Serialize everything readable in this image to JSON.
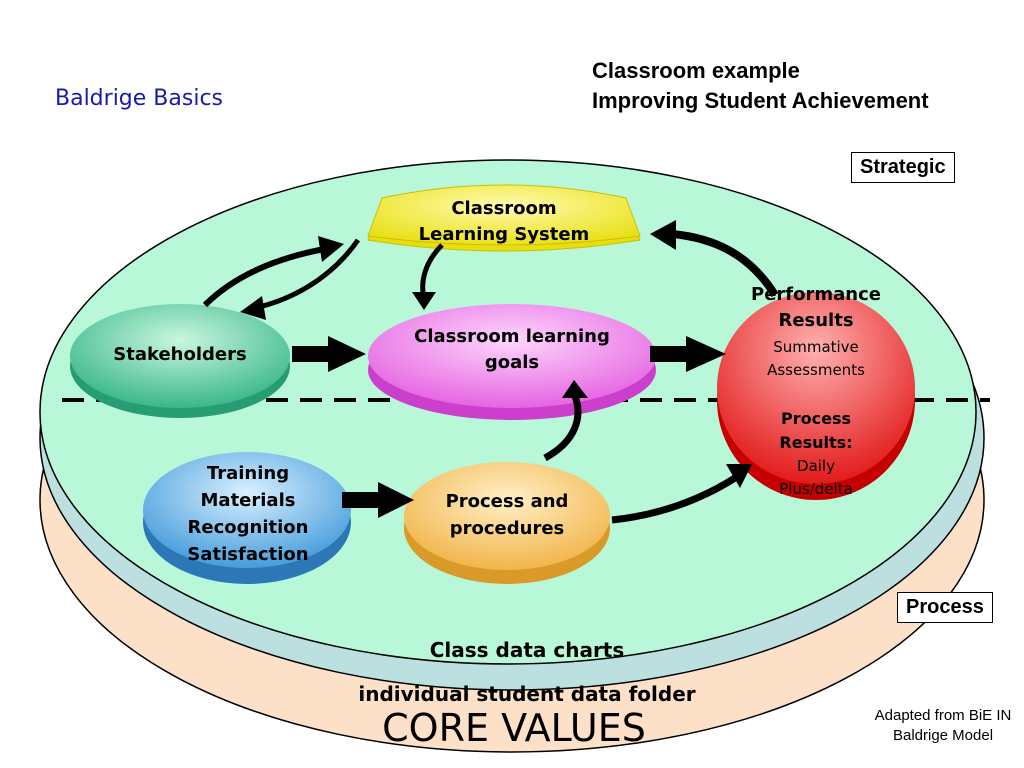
{
  "header": {
    "left_title": "Baldrige Basics",
    "right_title_line1": "Classroom example",
    "right_title_line2": "Improving Student Achievement"
  },
  "labels": {
    "strategic": "Strategic",
    "process": "Process"
  },
  "nodes": {
    "classroom_system": [
      "Classroom",
      "Learning System"
    ],
    "stakeholders": "Stakeholders",
    "learning_goals": [
      "Classroom learning",
      "goals"
    ],
    "performance_results": [
      "Performance",
      "Results"
    ],
    "summative": [
      "Summative",
      "Assessments"
    ],
    "process_results": [
      "Process",
      "Results:"
    ],
    "daily": [
      "Daily",
      "Plus/delta"
    ],
    "inputs": [
      "Training",
      "Materials",
      "Recognition",
      "Satisfaction"
    ],
    "process_procedures": [
      "Process and",
      "procedures"
    ]
  },
  "footer": {
    "class_data": "Class data charts",
    "student_folder": "individual student data folder",
    "core_values": "CORE VALUES",
    "credit_line1": "Adapted from BiE IN",
    "credit_line2": "Baldrige Model"
  },
  "colors": {
    "base_ring": "#fde0c8",
    "middle_ring": "#bcdfe0",
    "top_disc": "#b8f7d8",
    "system": "#f2ef4c",
    "stakeholders": "#44c89c",
    "goals": "#f07cf0",
    "results": "#ee1c1c",
    "inputs": "#49a6e4",
    "process": "#f8c45a",
    "title_blue": "#1a1aa8"
  }
}
